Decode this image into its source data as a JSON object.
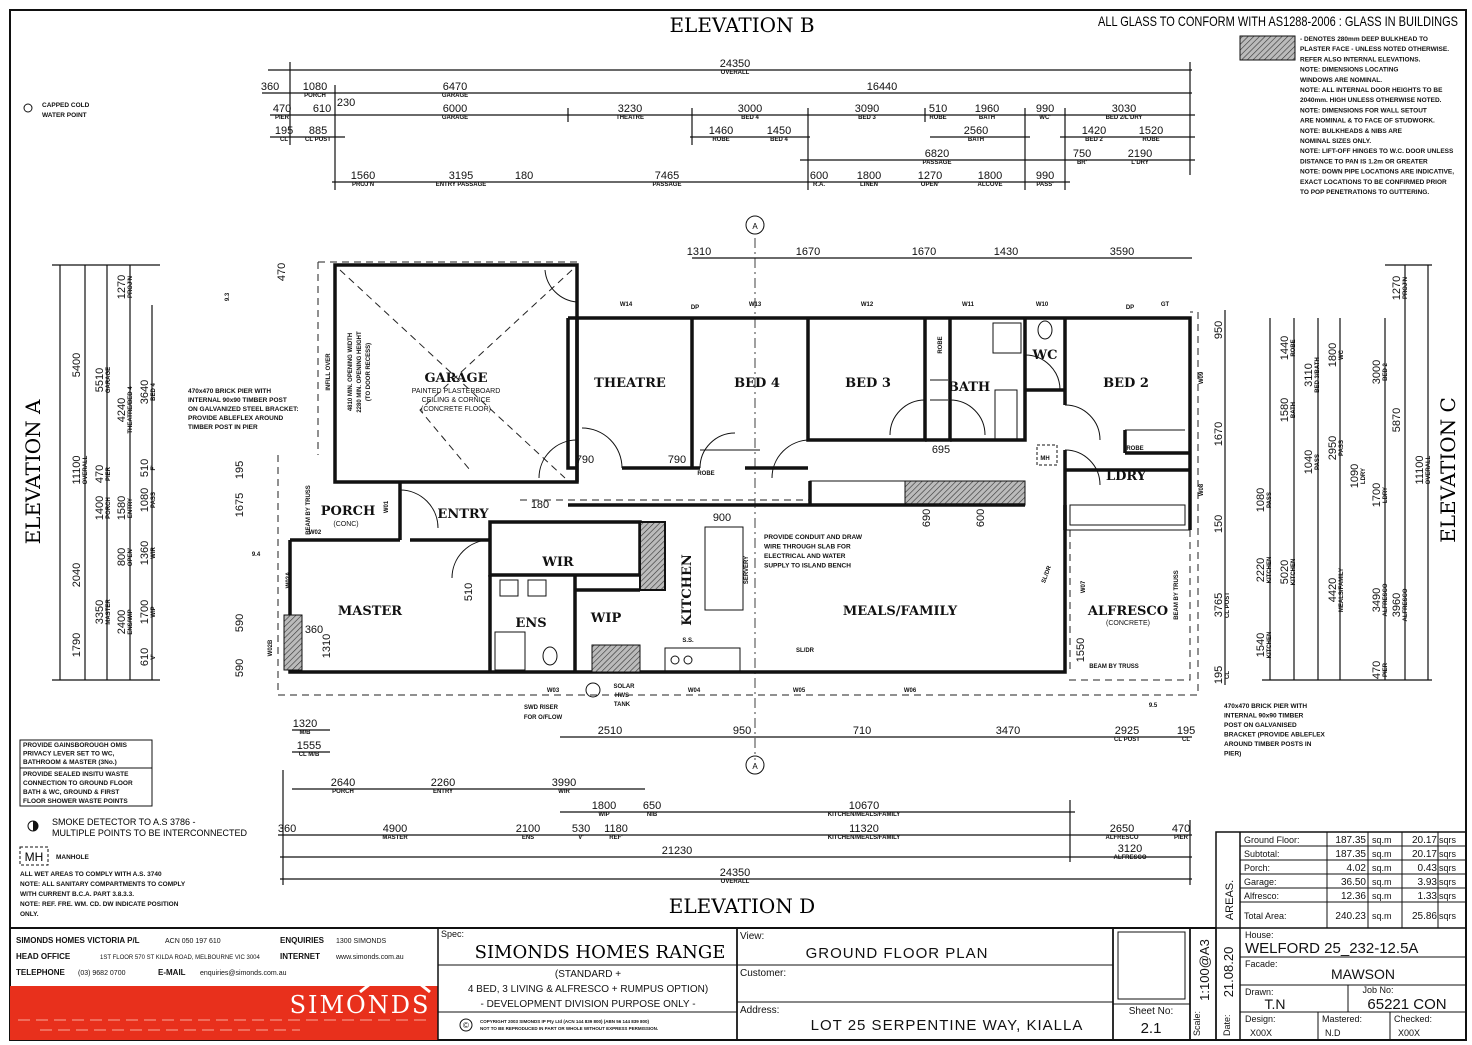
{
  "elevations": {
    "a": "ELEVATION A",
    "b": "ELEVATION B",
    "c": "ELEVATION C",
    "d": "ELEVATION D"
  },
  "glass_note": "ALL GLASS TO CONFORM WITH AS1288-2006 : GLASS IN BUILDINGS",
  "right_notes": [
    "- DENOTES 280mm DEEP BULKHEAD TO",
    "PLASTER FACE - UNLESS NOTED OTHERWISE.",
    "REFER ALSO INTERNAL ELEVATIONS.",
    "NOTE: DIMENSIONS LOCATING",
    "WINDOWS ARE NOMINAL.",
    "NOTE: ALL INTERNAL DOOR HEIGHTS TO BE",
    "2040mm. HIGH UNLESS OTHERWISE NOTED.",
    "NOTE: DIMENSIONS FOR WALL SETOUT",
    "ARE NOMINAL & TO FACE OF STUDWORK.",
    "NOTE: BULKHEADS & NIBS ARE",
    "NOMINAL SIZES ONLY.",
    "NOTE: LIFT-OFF HINGES TO W.C. DOOR UNLESS",
    "DISTANCE TO PAN IS 1.2m OR GREATER",
    "NOTE: DOWN PIPE LOCATIONS ARE INDICATIVE,",
    "EXACT LOCATIONS TO BE CONFIRMED PRIOR",
    "TO POP PENETRATIONS TO GUTTERING."
  ],
  "capped_cold": [
    "CAPPED COLD",
    "WATER POINT"
  ],
  "pier_note_left": [
    "470x470 BRICK PIER WITH",
    "INTERNAL 90x90 TIMBER POST",
    "ON GALVANIZED STEEL BRACKET:",
    "PROVIDE ABLEFLEX AROUND",
    "TIMBER POST IN PIER"
  ],
  "pier_note_right": [
    "470x470 BRICK PIER WITH",
    "INTERNAL 90x90 TIMBER",
    "POST ON GALVANISED",
    "BRACKET (PROVIDE ABLEFLEX",
    "AROUND TIMBER POSTS IN",
    "PIER)"
  ],
  "garage_opening": [
    "4810 MIN. OPENING WIDTH",
    "2280 MIN. OPENING HEIGHT",
    "(TO DOOR RECESS)"
  ],
  "island_note": [
    "PROVIDE CONDUIT AND DRAW",
    "WIRE THROUGH SLAB FOR",
    "ELECTRICAL AND WATER",
    "SUPPLY TO ISLAND BENCH"
  ],
  "rooms": {
    "garage": "GARAGE",
    "garage_sub": [
      "PAINTED PLASTERBOARD",
      "CEILING & CORNICE",
      "(CONCRETE FLOOR)"
    ],
    "theatre": "THEATRE",
    "bed4": "BED 4",
    "bed3": "BED 3",
    "bath": "BATH",
    "wc": "WC",
    "bed2": "BED 2",
    "ldry": "LDRY",
    "porch": "PORCH",
    "porch_sub": "(CONC)",
    "entry": "ENTRY",
    "wir": "WIR",
    "master": "MASTER",
    "ens": "ENS",
    "wip": "WIP",
    "kitchen": "KITCHEN",
    "meals_family": "MEALS/FAMILY",
    "alfresco": "ALFRESCO",
    "alfresco_sub": "(CONCRETE)"
  },
  "plan_labels": {
    "windows": [
      "W14",
      "W13",
      "W12",
      "W11",
      "W10",
      "W09",
      "W08",
      "W07",
      "W06",
      "W05",
      "W04",
      "W03",
      "W02",
      "W02A",
      "W02B",
      "W01"
    ],
    "dp": "DP",
    "gt": "GT",
    "infill": "INFILL OVER",
    "robe": "ROBE",
    "sl_dr": "SL/DR",
    "servery": "SERVERY",
    "ss": "S.S.",
    "mh": "MH",
    "beam_by_truss": "BEAM BY TRUSS",
    "solar": [
      "SOLAR",
      "HWS",
      "TANK"
    ],
    "swd": [
      "SWD RISER",
      "FOR O/FLOW"
    ],
    "dim_900": "900",
    "dim_690": "690",
    "dim_600": "600",
    "dim_695": "695",
    "dim_790": "790",
    "dim_180": "180",
    "dim_1550": "1550",
    "dim_360": "360",
    "dim_1310": "1310",
    "dim_510": "510",
    "dim_9_4": "9.4",
    "dim_9_3": "9.3",
    "dim_9_5": "9.5",
    "dim_470": "470",
    "dim_1675": "1675",
    "dim_195": "195",
    "dim_590": "590"
  },
  "dims": {
    "top": [
      {
        "v": "24350",
        "l": "OVERALL"
      },
      {
        "v": "360",
        "l": ""
      },
      {
        "v": "1080",
        "l": "PORCH"
      },
      {
        "v": "6470",
        "l": "GARAGE"
      },
      {
        "v": "16440",
        "l": ""
      },
      {
        "v": "470",
        "l": "PIER"
      },
      {
        "v": "610",
        "l": ""
      },
      {
        "v": "230",
        "l": ""
      },
      {
        "v": "6000",
        "l": "GARAGE"
      },
      {
        "v": "3230",
        "l": "THEATRE"
      },
      {
        "v": "3000",
        "l": "BED 4"
      },
      {
        "v": "3090",
        "l": "BED 3"
      },
      {
        "v": "510",
        "l": "ROBE"
      },
      {
        "v": "1960",
        "l": "BATH"
      },
      {
        "v": "990",
        "l": "WC'"
      },
      {
        "v": "3030",
        "l": "BED 2/L'DRY"
      },
      {
        "v": "195",
        "l": "CL"
      },
      {
        "v": "885",
        "l": "CL POST"
      },
      {
        "v": "1460",
        "l": "ROBE"
      },
      {
        "v": "1450",
        "l": "BED 4"
      },
      {
        "v": "2560",
        "l": "BATH"
      },
      {
        "v": "1420",
        "l": "BED 2"
      },
      {
        "v": "1520",
        "l": "ROBE"
      },
      {
        "v": "6820",
        "l": "PASSAGE"
      },
      {
        "v": "750",
        "l": "BR'"
      },
      {
        "v": "2190",
        "l": "L'DRY"
      },
      {
        "v": "1560",
        "l": "PROJ'N"
      },
      {
        "v": "3195",
        "l": "ENTRY PASSAGE"
      },
      {
        "v": "180",
        "l": ""
      },
      {
        "v": "7465",
        "l": "PASSAGE"
      },
      {
        "v": "600",
        "l": "R.A."
      },
      {
        "v": "1800",
        "l": "LINEN"
      },
      {
        "v": "1270",
        "l": "OPEN'"
      },
      {
        "v": "1800",
        "l": "ALCOVE"
      },
      {
        "v": "990",
        "l": "PASS'"
      },
      {
        "v": "1310",
        "l": ""
      },
      {
        "v": "1670",
        "l": ""
      },
      {
        "v": "1670",
        "l": ""
      },
      {
        "v": "1430",
        "l": ""
      },
      {
        "v": "3590",
        "l": ""
      }
    ],
    "bottom": [
      {
        "v": "1320",
        "l": "M/B"
      },
      {
        "v": "1555",
        "l": "CL M/B"
      },
      {
        "v": "2510",
        "l": ""
      },
      {
        "v": "950",
        "l": ""
      },
      {
        "v": "710",
        "l": ""
      },
      {
        "v": "3470",
        "l": ""
      },
      {
        "v": "2925",
        "l": "CL POST"
      },
      {
        "v": "195",
        "l": "CL"
      },
      {
        "v": "2640",
        "l": "PORCH"
      },
      {
        "v": "2260",
        "l": "ENTRY"
      },
      {
        "v": "3990",
        "l": "WIR"
      },
      {
        "v": "1800",
        "l": "WIP"
      },
      {
        "v": "650",
        "l": "NIB"
      },
      {
        "v": "10670",
        "l": "KITCHEN/MEALS/FAMILY"
      },
      {
        "v": "360",
        "l": ""
      },
      {
        "v": "4900",
        "l": "MASTER"
      },
      {
        "v": "2100",
        "l": "ENS"
      },
      {
        "v": "530",
        "l": "V'"
      },
      {
        "v": "1180",
        "l": "REF'"
      },
      {
        "v": "11320",
        "l": "KITCHEN/MEALS/FAMILY"
      },
      {
        "v": "2650",
        "l": "ALFRESCO"
      },
      {
        "v": "470",
        "l": "PIER"
      },
      {
        "v": "21230",
        "l": ""
      },
      {
        "v": "3120",
        "l": "ALFRESCO"
      },
      {
        "v": "24350",
        "l": "OVERALL"
      }
    ],
    "left": [
      {
        "v": "5400",
        "l": ""
      },
      {
        "v": "11100",
        "l": "OVERALL"
      },
      {
        "v": "2040",
        "l": ""
      },
      {
        "v": "1790",
        "l": ""
      },
      {
        "v": "5510",
        "l": "GARAGE"
      },
      {
        "v": "470",
        "l": "PIER"
      },
      {
        "v": "1400",
        "l": "PORCH"
      },
      {
        "v": "3350",
        "l": "MASTER"
      },
      {
        "v": "1270",
        "l": "PROJ'N"
      },
      {
        "v": "4240",
        "l": "THEATRE/BED 4"
      },
      {
        "v": "1580",
        "l": "ENTRY"
      },
      {
        "v": "800",
        "l": "OPEN'"
      },
      {
        "v": "2400",
        "l": "ENS/WIP"
      },
      {
        "v": "3640",
        "l": "BED 4"
      },
      {
        "v": "510",
        "l": "F'"
      },
      {
        "v": "1080",
        "l": "PASS"
      },
      {
        "v": "1360",
        "l": "WIR"
      },
      {
        "v": "1700",
        "l": "WIP"
      },
      {
        "v": "610",
        "l": "V'"
      }
    ],
    "right": [
      {
        "v": "950",
        "l": ""
      },
      {
        "v": "1670",
        "l": ""
      },
      {
        "v": "150",
        "l": ""
      },
      {
        "v": "3765",
        "l": "CL POST"
      },
      {
        "v": "195",
        "l": "CL"
      },
      {
        "v": "1440",
        "l": "ROBE"
      },
      {
        "v": "1580",
        "l": "BATH"
      },
      {
        "v": "1080",
        "l": "PASS"
      },
      {
        "v": "2220",
        "l": "KITCHEN"
      },
      {
        "v": "1540",
        "l": "KITCHEN"
      },
      {
        "v": "3110",
        "l": "BED 3/BATH"
      },
      {
        "v": "1040",
        "l": "PASS"
      },
      {
        "v": "5020",
        "l": "KITCHEN"
      },
      {
        "v": "1800",
        "l": "WC"
      },
      {
        "v": "2950",
        "l": "PASS"
      },
      {
        "v": "4420",
        "l": "MEALS/FAMILY"
      },
      {
        "v": "1090",
        "l": "LDRY"
      },
      {
        "v": "3000",
        "l": "BED 2"
      },
      {
        "v": "1700",
        "l": "LDRY"
      },
      {
        "v": "3490",
        "l": "ALFRESCO"
      },
      {
        "v": "470",
        "l": "PIER"
      },
      {
        "v": "1270",
        "l": "PROJ'N"
      },
      {
        "v": "5870",
        "l": ""
      },
      {
        "v": "3960",
        "l": "ALFRESCO"
      },
      {
        "v": "11100",
        "l": "OVERALL"
      }
    ]
  },
  "legend": {
    "box1": [
      "PROVIDE GAINSBOROUGH OMIS",
      "PRIVACY LEVER SET TO WC,",
      "BATHROOM & MASTER (3No.)"
    ],
    "box2": [
      "PROVIDE SEALED INSITU WASTE",
      "CONNECTION TO GROUND FLOOR",
      "BATH & WC, GROUND & FIRST",
      "FLOOR SHOWER WASTE POINTS"
    ],
    "smoke": [
      "SMOKE DETECTOR TO A.S 3786 -",
      "MULTIPLE POINTS TO BE INTERCONNECTED"
    ],
    "mh_symbol": "MH",
    "mh_label": "MANHOLE",
    "notes": [
      "ALL WET AREAS TO COMPLY WITH A.S. 3740",
      "NOTE: ALL SANITARY COMPARTMENTS TO COMPLY",
      "WITH CURRENT B.C.A. PART 3.8.3.3.",
      "NOTE: REF. FRE. WM. CD. DW INDICATE POSITION",
      "ONLY."
    ]
  },
  "company": {
    "name": "SIMONDS HOMES VICTORIA P/L",
    "acn": "ACN 050 197 610",
    "enquiries_label": "ENQUIRIES",
    "enquiries": "1300 SIMONDS",
    "head_office_label": "HEAD OFFICE",
    "head_office": "1ST FLOOR 570 ST KILDA ROAD, MELBOURNE VIC 3004",
    "internet_label": "INTERNET",
    "internet": "www.simonds.com.au",
    "telephone_label": "TELEPHONE",
    "telephone": "(03) 9682 0700",
    "email_label": "E-MAIL",
    "email": "enquiries@simonds.com.au",
    "logo": "SIMONDS",
    "brand_color": "#e8301c"
  },
  "title_block": {
    "spec_label": "Spec:",
    "spec": "SIMONDS HOMES RANGE",
    "spec_lines": [
      "(STANDARD +",
      "4 BED, 3 LIVING & ALFRESCO + RUMPUS OPTION)",
      "- DEVELOPMENT DIVISION PURPOSE ONLY -"
    ],
    "copyright": [
      "COPYRIGHT 2003 SIMONDS IP Pty Ltd (ACN 144 839 800) (ABN 56 144 839 800)",
      "NOT TO BE REPRODUCED IN PART OR WHOLE WITHOUT EXPRESS PERMISSION."
    ],
    "view_label": "View:",
    "view": "GROUND FLOOR PLAN",
    "customer_label": "Customer:",
    "customer": "",
    "address_label": "Address:",
    "address": "LOT 25 SERPENTINE WAY, KIALLA",
    "sheet_label": "Sheet No:",
    "sheet": "2.1",
    "scale_label": "Scale:",
    "scale": "1:100@A3",
    "date_label": "Date:",
    "date": "21.08.20",
    "house_label": "House:",
    "house": "WELFORD 25_232-12.5A",
    "facade_label": "Facade:",
    "facade": "MAWSON",
    "drawn_label": "Drawn:",
    "drawn": "T.N",
    "job_label": "Job No:",
    "job": "65221 CON",
    "design_label": "Design:",
    "design": "X00X",
    "mastered_label": "Mastered:",
    "mastered": "N.D",
    "checked_label": "Checked:",
    "checked": "X00X"
  },
  "areas": {
    "title": "AREAS.",
    "unit_m": "sq.m",
    "unit_sq": "sqrs",
    "rows": [
      {
        "label": "Ground Floor:",
        "sqm": "187.35",
        "sqrs": "20.17"
      },
      {
        "label": "Subtotal:",
        "sqm": "187.35",
        "sqrs": "20.17"
      },
      {
        "label": "Porch:",
        "sqm": "4.02",
        "sqrs": "0.43"
      },
      {
        "label": "Garage:",
        "sqm": "36.50",
        "sqrs": "3.93"
      },
      {
        "label": "Alfresco:",
        "sqm": "12.36",
        "sqrs": "1.33"
      },
      {
        "label": "Total Area:",
        "sqm": "240.23",
        "sqrs": "25.86"
      }
    ]
  }
}
